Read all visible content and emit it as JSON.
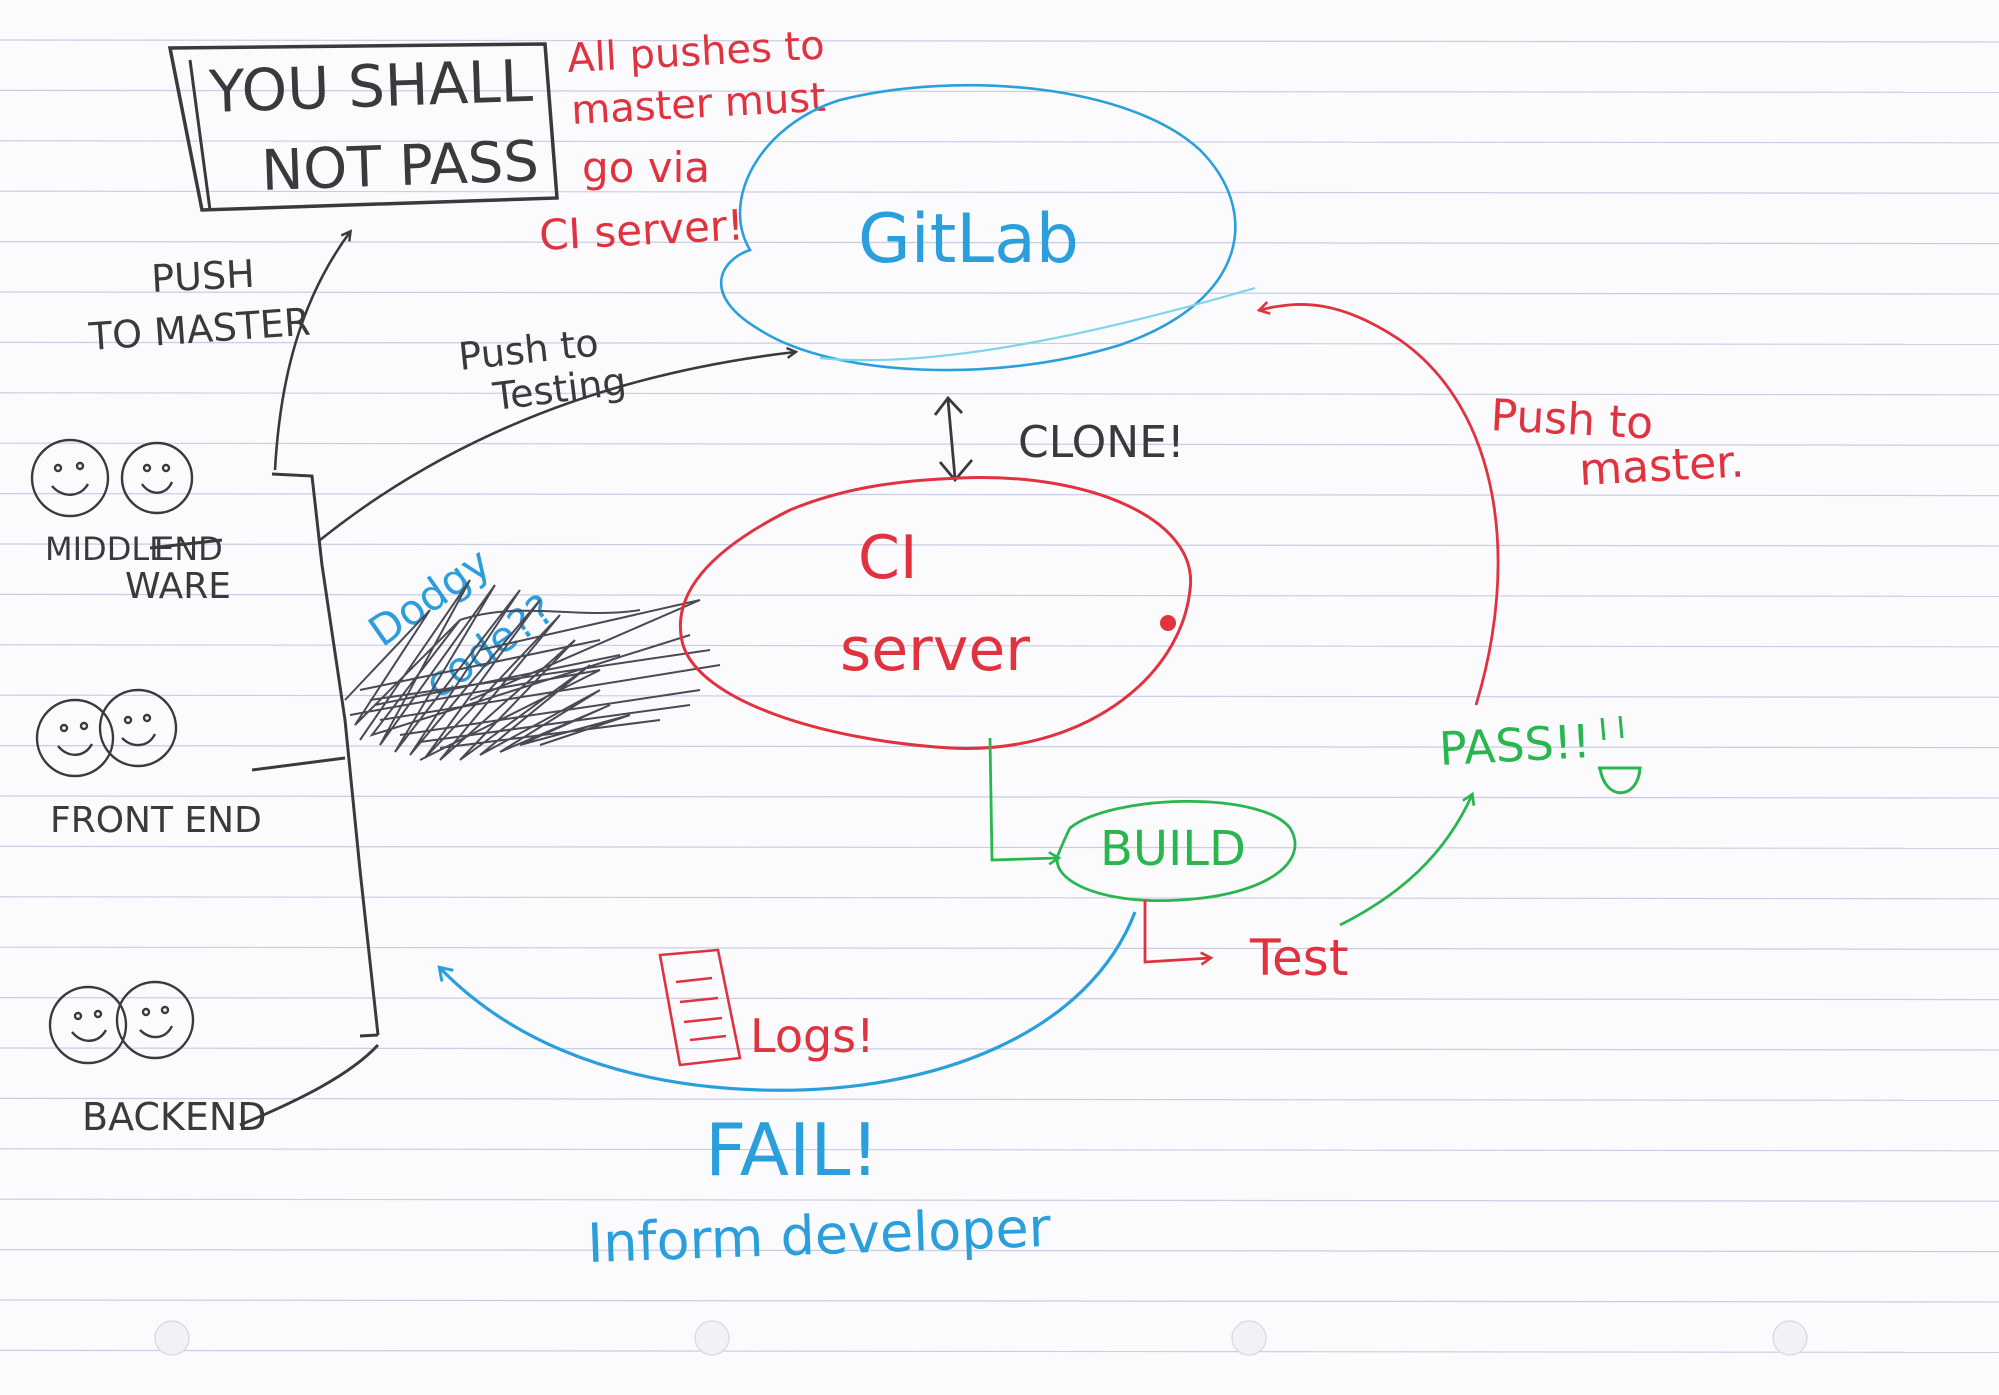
{
  "colors": {
    "black_ink": "#3a3a3c",
    "red_ink": "#e0323f",
    "blue_ink": "#2a9fdc",
    "green_ink": "#2ab64f",
    "ruled_line": "#c9cde3",
    "paper": "#fbfbfd"
  },
  "gate": {
    "line1": "YOU SHALL",
    "line2": "NOT PASS"
  },
  "rule_note": {
    "line1": "All pushes to",
    "line2": "master must",
    "line3": "go via",
    "line4": "CI server!"
  },
  "gitlab": {
    "label": "GitLab"
  },
  "push_to_master_left": {
    "line1": "PUSH",
    "line2": "TO MASTER"
  },
  "push_to_testing": {
    "line1": "Push to",
    "line2": "Testing"
  },
  "clone": {
    "label": "CLONE!"
  },
  "teams": {
    "middleware": {
      "line1": "MIDDLE",
      "struck": "END",
      "line2": "WARE"
    },
    "frontend": {
      "label": "FRONT END"
    },
    "backend": {
      "label": "BACKEND"
    }
  },
  "dodgy_code": {
    "line1": "Dodgy",
    "line2": "code??"
  },
  "ci_server": {
    "line1": "CI",
    "line2": "server"
  },
  "build": {
    "label": "BUILD"
  },
  "test": {
    "label": "Test"
  },
  "pass": {
    "label": "PASS!!"
  },
  "push_to_master_right": {
    "line1": "Push to",
    "line2": "master."
  },
  "logs": {
    "label": "Logs!",
    "icon": "document-icon"
  },
  "fail": {
    "line1": "FAIL!",
    "line2": "Inform developer"
  }
}
